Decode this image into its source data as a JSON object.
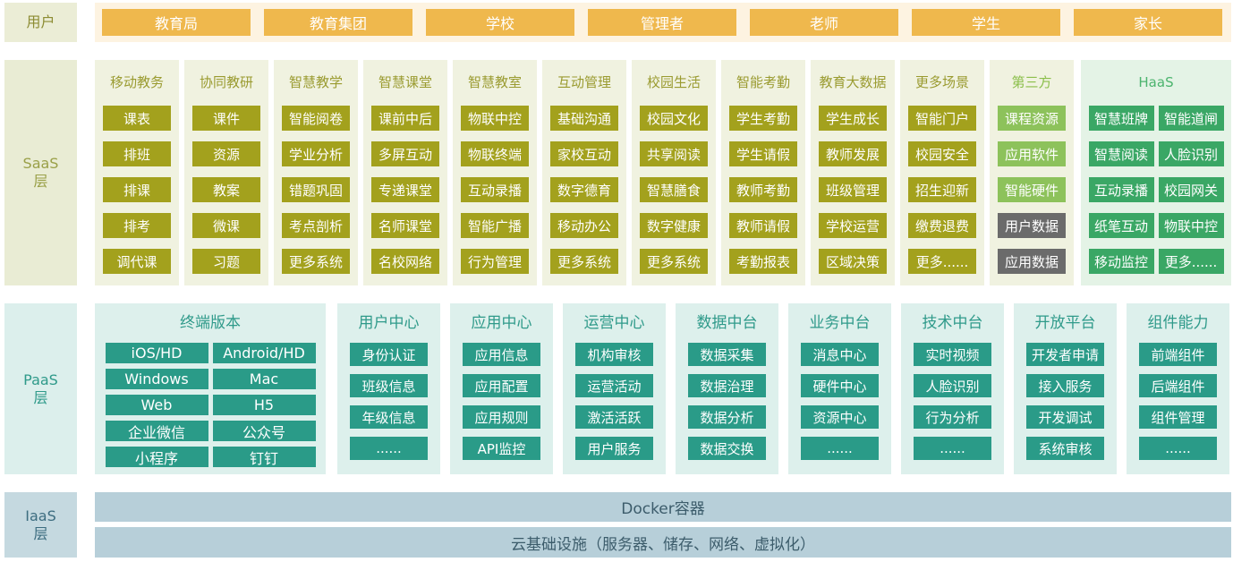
{
  "layers": {
    "user": "用户",
    "saas": "SaaS\n层",
    "paas": "PaaS\n层",
    "iaas": "IaaS\n层"
  },
  "users": [
    "教育局",
    "教育集团",
    "学校",
    "管理者",
    "老师",
    "学生",
    "家长"
  ],
  "saas": [
    {
      "title": "移动教务",
      "items": [
        "课表",
        "排班",
        "排课",
        "排考",
        "调代课"
      ]
    },
    {
      "title": "协同教研",
      "items": [
        "课件",
        "资源",
        "教案",
        "微课",
        "习题"
      ]
    },
    {
      "title": "智慧教学",
      "items": [
        "智能阅卷",
        "学业分析",
        "错题巩固",
        "考点剖析",
        "更多系统"
      ]
    },
    {
      "title": "智慧课堂",
      "items": [
        "课前中后",
        "多屏互动",
        "专递课堂",
        "名师课堂",
        "名校网络"
      ]
    },
    {
      "title": "智慧教室",
      "items": [
        "物联中控",
        "物联终端",
        "互动录播",
        "智能广播",
        "行为管理"
      ]
    },
    {
      "title": "互动管理",
      "items": [
        "基础沟通",
        "家校互动",
        "数字德育",
        "移动办公",
        "更多系统"
      ]
    },
    {
      "title": "校园生活",
      "items": [
        "校园文化",
        "共享阅读",
        "智慧膳食",
        "数字健康",
        "更多系统"
      ]
    },
    {
      "title": "智能考勤",
      "items": [
        "学生考勤",
        "学生请假",
        "教师考勤",
        "教师请假",
        "考勤报表"
      ]
    },
    {
      "title": "教育大数据",
      "items": [
        "学生成长",
        "教师发展",
        "班级管理",
        "学校运营",
        "区域决策"
      ]
    },
    {
      "title": "更多场景",
      "items": [
        "智能门户",
        "校园安全",
        "招生迎新",
        "缴费退费",
        "更多......"
      ]
    }
  ],
  "third_party": {
    "title": "第三方",
    "items": [
      "课程资源",
      "应用软件",
      "智能硬件",
      "用户数据",
      "应用数据"
    ]
  },
  "haas": {
    "title": "HaaS",
    "items": [
      "智慧班牌",
      "智能道闸",
      "智慧阅读",
      "人脸识别",
      "互动录播",
      "校园网关",
      "纸笔互动",
      "物联中控",
      "移动监控",
      "更多......"
    ]
  },
  "terminal": {
    "title": "终端版本",
    "items": [
      "iOS/HD",
      "Android/HD",
      "Windows",
      "Mac",
      "Web",
      "H5",
      "企业微信",
      "公众号",
      "小程序",
      "钉钉"
    ]
  },
  "paas": [
    {
      "title": "用户中心",
      "items": [
        "身份认证",
        "班级信息",
        "年级信息",
        "......"
      ]
    },
    {
      "title": "应用中心",
      "items": [
        "应用信息",
        "应用配置",
        "应用规则",
        "API监控"
      ]
    },
    {
      "title": "运营中心",
      "items": [
        "机构审核",
        "运营活动",
        "激活活跃",
        "用户服务"
      ]
    },
    {
      "title": "数据中台",
      "items": [
        "数据采集",
        "数据治理",
        "数据分析",
        "数据交换"
      ]
    },
    {
      "title": "业务中台",
      "items": [
        "消息中心",
        "硬件中心",
        "资源中心",
        "......"
      ]
    },
    {
      "title": "技术中台",
      "items": [
        "实时视频",
        "人脸识别",
        "行为分析",
        "......"
      ]
    },
    {
      "title": "开放平台",
      "items": [
        "开发者申请",
        "接入服务",
        "开发调试",
        "系统审核"
      ]
    },
    {
      "title": "组件能力",
      "items": [
        "前端组件",
        "后端组件",
        "组件管理",
        "......"
      ]
    }
  ],
  "iaas": {
    "docker": "Docker容器",
    "infra": "云基础设施（服务器、储存、网络、虚拟化）"
  }
}
